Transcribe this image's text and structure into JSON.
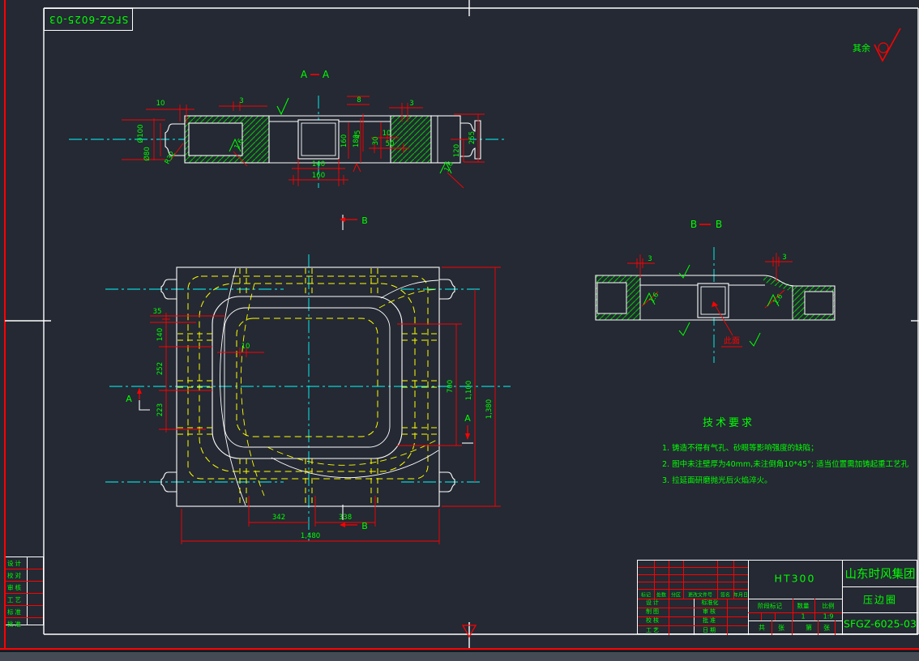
{
  "colors": {
    "background": "#242933",
    "outline": "#ffffff",
    "dimension": "#ff0000",
    "annotation": "#00ff00",
    "hidden_line": "#ffff00",
    "centerline": "#00ffff"
  },
  "stamp": {
    "text": "SFGZ-6025-03"
  },
  "general_roughness": {
    "label": "其余"
  },
  "views": {
    "aa": {
      "title_left": "A",
      "title_right": "A",
      "dims": {
        "d3l": "3",
        "d10l": "10",
        "dia100": "Ø100",
        "dia80": "Ø80",
        "r32": "R32",
        "rough_left": "1.6",
        "d140": "140",
        "d160_bottom": "160",
        "d160_side": "160",
        "d180_side": "180",
        "d8": "8",
        "d45": "45",
        "d30": "30",
        "d10r": "10",
        "d50": "50",
        "d3r": "3",
        "d255": "255",
        "d120": "120",
        "rough_right": "1.6"
      }
    },
    "plan": {
      "marker_a": "A",
      "marker_b": "B",
      "dims": {
        "d35": "35",
        "d140": "140",
        "d252": "252",
        "d223": "223",
        "d10": "10",
        "d342": "342",
        "d338": "338",
        "d1480": "1,480",
        "d700": "700",
        "d1100": "1,100",
        "d1380": "1,380"
      }
    },
    "bb": {
      "title_left": "B",
      "title_right": "B",
      "note": "此面",
      "dims": {
        "d3l": "3",
        "d3r": "3",
        "rough_left": "1.6",
        "rough_right": "1.6"
      }
    }
  },
  "tech_requirements": {
    "title": "技术要求",
    "items": [
      "1.  铸造不得有气孔、砂眼等影响强度的缺陷；",
      "2.  图中未注壁厚为40mm,未注倒角10*45°; 适当位置需加铸起重工艺孔",
      "3.  拉延面研磨抛光后火焰淬火。"
    ]
  },
  "title_block": {
    "material": "HT300",
    "company": "山东时风集团",
    "part_name": "压边圈",
    "drawing_no": "SFGZ-6025-03",
    "rev_headers": [
      "标记",
      "处数",
      "分区",
      "更改文件号",
      "签名",
      "年月日"
    ],
    "left_labels": [
      "设计",
      "制图",
      "校核",
      "工艺"
    ],
    "mid_labels": [
      "标准化",
      "审核",
      "批准",
      "日期"
    ],
    "stage_label": "阶段标记",
    "qty_label": "数量",
    "qty_value": "1",
    "scale_label": "比例",
    "scale_value": "1:9",
    "total_label": "共",
    "sheet_label": "张",
    "page_label": "第",
    "page_sheet_label": "张"
  },
  "corner_table": {
    "rows": [
      "设计",
      "校对",
      "审核",
      "工艺",
      "标准",
      "批准"
    ]
  }
}
